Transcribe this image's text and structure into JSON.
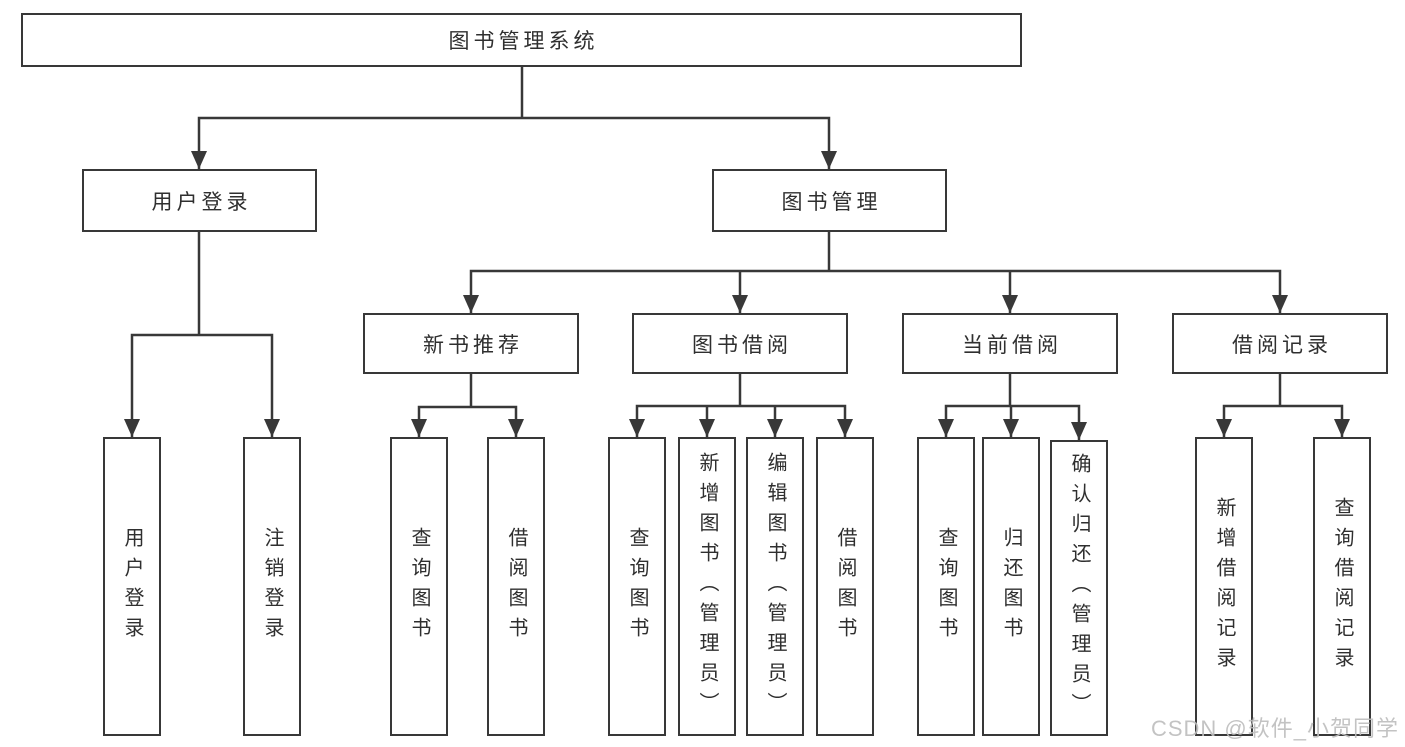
{
  "diagram": {
    "root": {
      "label": "图书管理系统"
    },
    "branches": [
      {
        "label": "用户登录",
        "children": [
          {
            "label": "用户登录"
          },
          {
            "label": "注销登录"
          }
        ]
      },
      {
        "label": "图书管理",
        "children": [
          {
            "label": "新书推荐",
            "children": [
              {
                "label": "查询图书"
              },
              {
                "label": "借阅图书"
              }
            ]
          },
          {
            "label": "图书借阅",
            "children": [
              {
                "label": "查询图书"
              },
              {
                "label": "新增图书（管理员）"
              },
              {
                "label": "编辑图书（管理员）"
              },
              {
                "label": "借阅图书"
              }
            ]
          },
          {
            "label": "当前借阅",
            "children": [
              {
                "label": "查询图书"
              },
              {
                "label": "归还图书"
              },
              {
                "label": "确认归还（管理员）"
              }
            ]
          },
          {
            "label": "借阅记录",
            "children": [
              {
                "label": "新增借阅记录"
              },
              {
                "label": "查询借阅记录"
              }
            ]
          }
        ]
      }
    ]
  },
  "watermark": {
    "text": "CSDN @软件_小贺同学"
  },
  "colors": {
    "line": "#383838",
    "text": "#2f2f2f",
    "box_background": "#ffffff",
    "page_background": "#ffffff",
    "watermark": "#bdbdbd"
  }
}
